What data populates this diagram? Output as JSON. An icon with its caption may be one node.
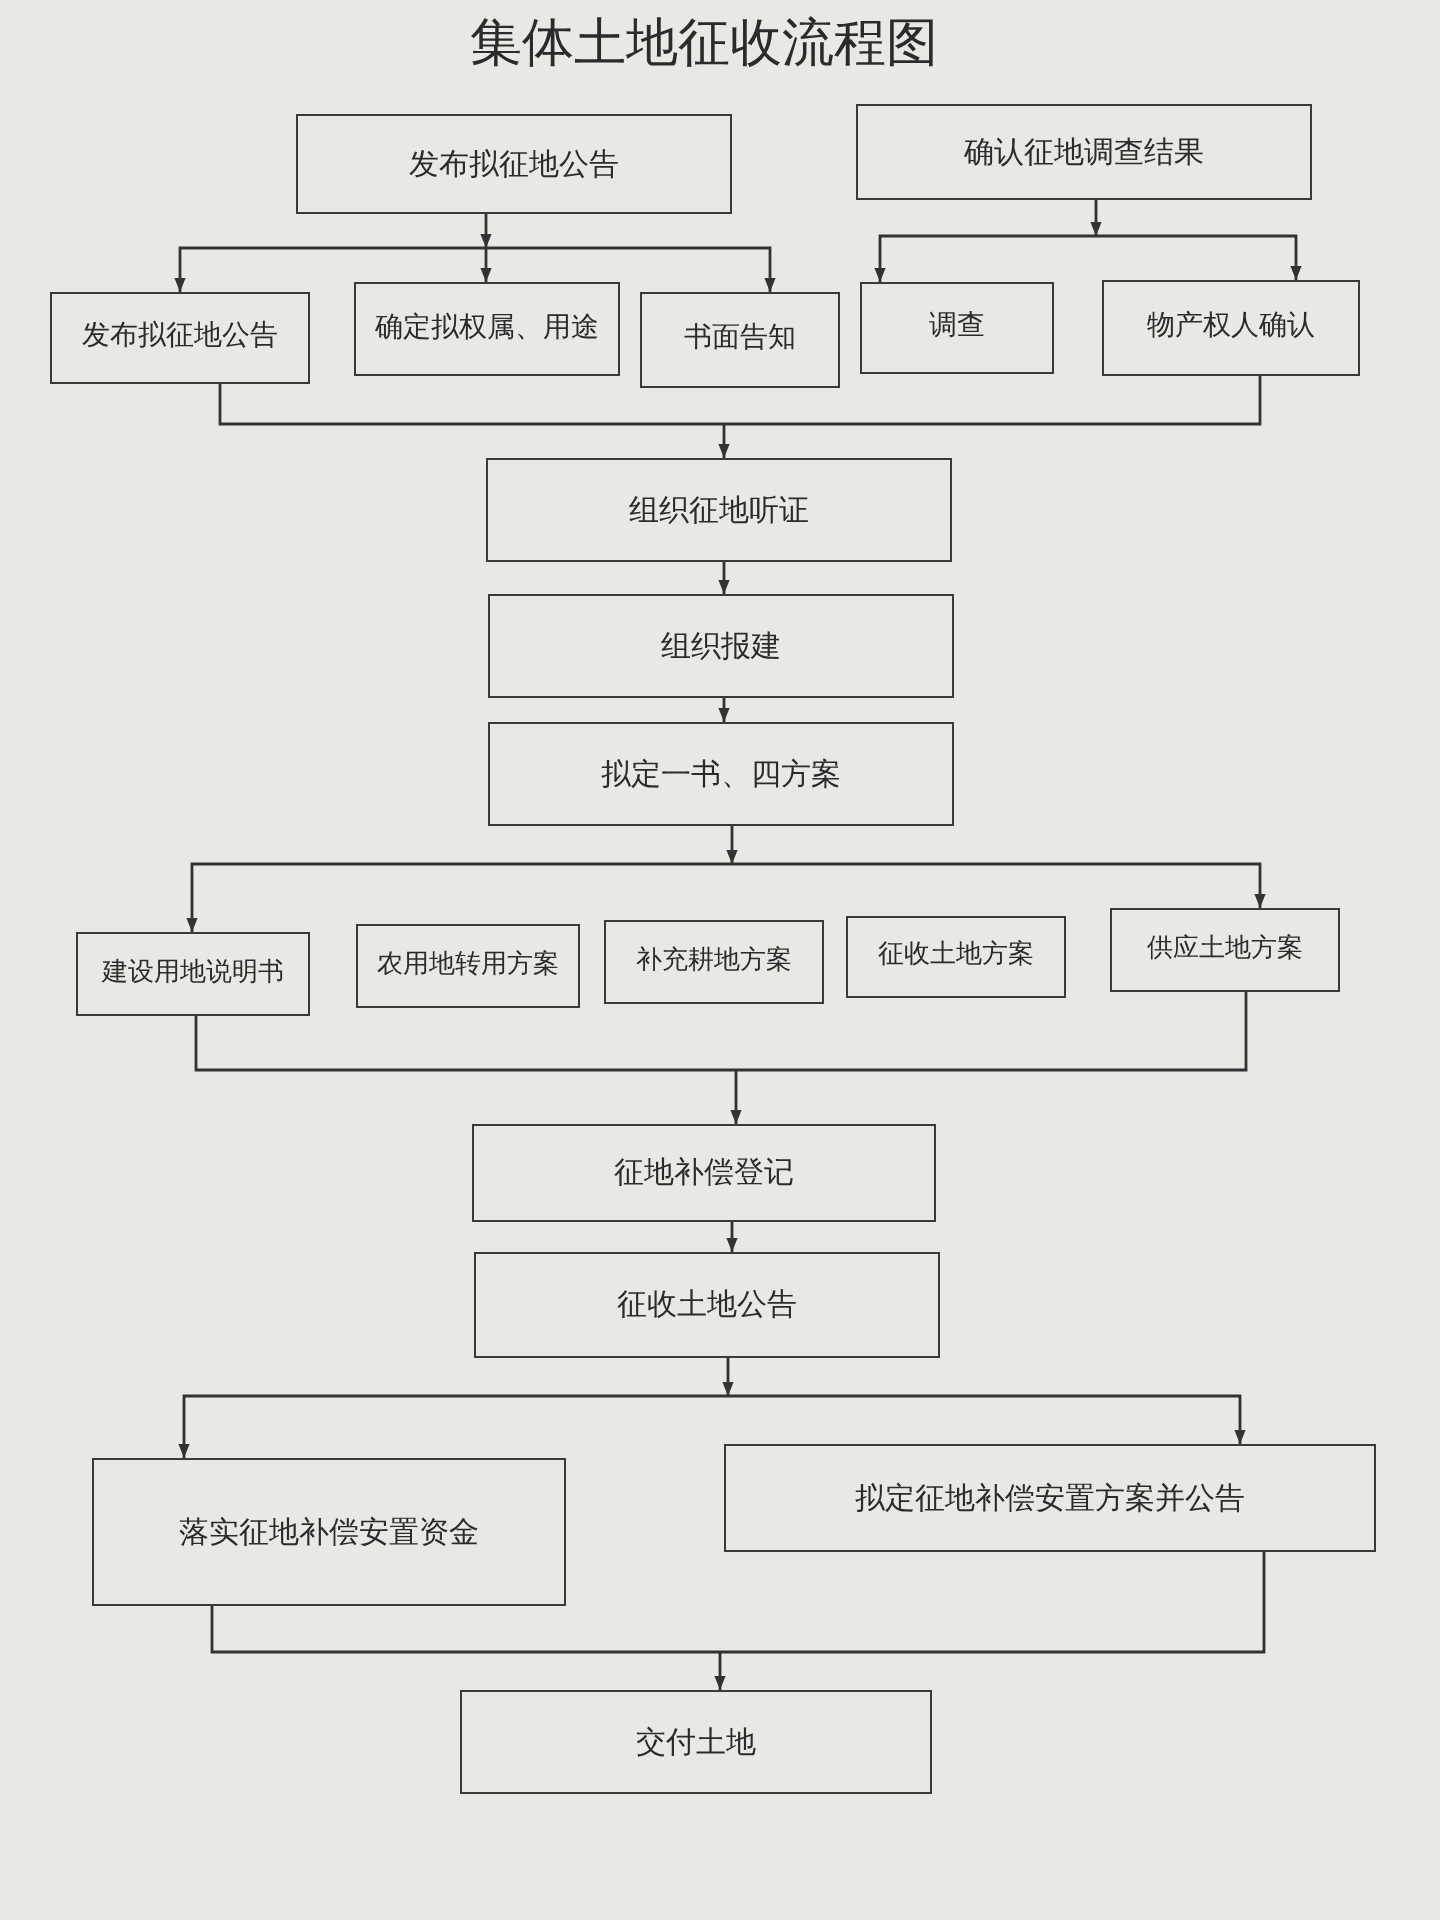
{
  "diagram": {
    "title": "集体土地征收流程图",
    "nodes": [
      {
        "text": [
          "发布拟征地公告"
        ]
      },
      {
        "text": [
          "确认征地调查结果"
        ]
      },
      {
        "text": [
          "发布拟征地公告"
        ]
      },
      {
        "text": [
          "确定拟权属、用途"
        ]
      },
      {
        "text": [
          "书面告知"
        ]
      },
      {
        "text": [
          "调查"
        ]
      },
      {
        "text": [
          "物产权人确认"
        ]
      },
      {
        "text": [
          "组织征地听证"
        ]
      },
      {
        "text": [
          "组织报建"
        ]
      },
      {
        "text": [
          "拟定一书、四方案"
        ]
      },
      {
        "text": [
          "建设用地说明书"
        ]
      },
      {
        "text": [
          "农用地转用方案"
        ]
      },
      {
        "text": [
          "补充耕地方案"
        ]
      },
      {
        "text": [
          "征收土地方案"
        ]
      },
      {
        "text": [
          "供应土地方案"
        ]
      },
      {
        "text": [
          "征地补偿登记"
        ]
      },
      {
        "text": [
          "征收土地公告"
        ]
      },
      {
        "text": [
          "落实征地补偿安置资金"
        ]
      },
      {
        "text": [
          "拟定征地补偿安置方案并公告"
        ]
      },
      {
        "text": [
          "交付土地"
        ]
      }
    ],
    "edges": [
      {
        "from": 0,
        "to": 2,
        "arrow": "to"
      },
      {
        "from": 0,
        "to": 3,
        "arrow": "to"
      },
      {
        "from": 0,
        "to": 4,
        "arrow": "to"
      },
      {
        "from": 1,
        "to": 5,
        "arrow": "to"
      },
      {
        "from": 1,
        "to": 6,
        "arrow": "to"
      },
      {
        "from": 2,
        "to": 7,
        "arrow": "to"
      },
      {
        "from": 6,
        "to": 7,
        "arrow": "to"
      },
      {
        "from": 7,
        "to": 8,
        "arrow": "to"
      },
      {
        "from": 8,
        "to": 9,
        "arrow": "to"
      },
      {
        "from": 9,
        "to": 10,
        "arrow": "to"
      },
      {
        "from": 9,
        "to": 14,
        "arrow": "to"
      },
      {
        "from": 10,
        "to": 15,
        "arrow": "to"
      },
      {
        "from": 14,
        "to": 15,
        "arrow": "to"
      },
      {
        "from": 15,
        "to": 16,
        "arrow": "to"
      },
      {
        "from": 16,
        "to": 17,
        "arrow": "to"
      },
      {
        "from": 16,
        "to": 18,
        "arrow": "to"
      },
      {
        "from": 17,
        "to": 19,
        "arrow": "to"
      },
      {
        "from": 18,
        "to": 19,
        "arrow": "to"
      }
    ]
  }
}
